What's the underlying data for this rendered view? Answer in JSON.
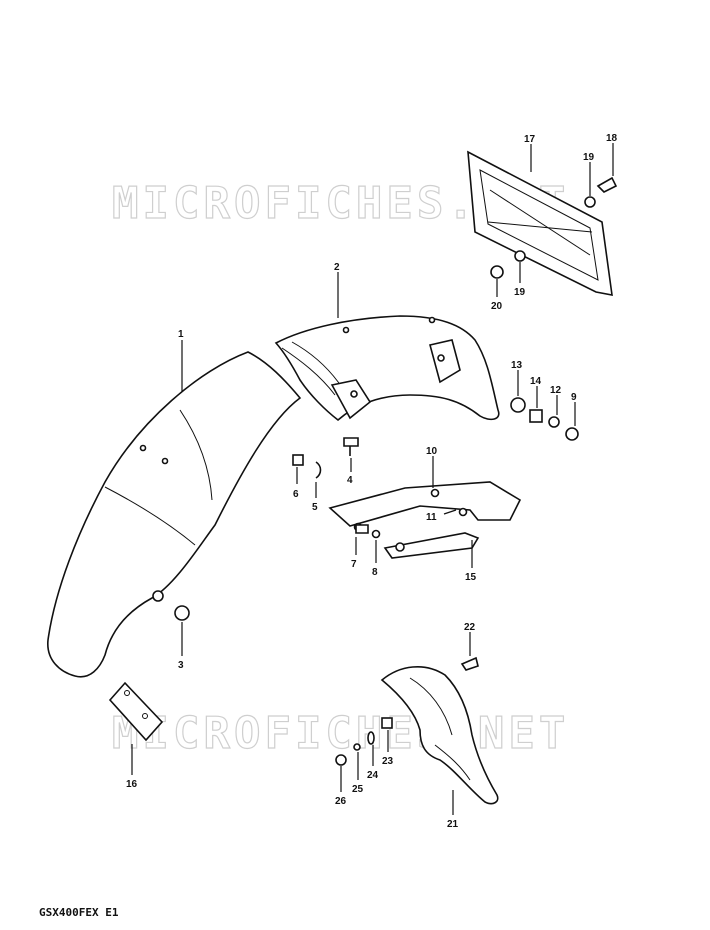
{
  "diagram": {
    "watermark": "MICROFICHES.NET",
    "model_code": "GSX400FEX E1",
    "callouts": [
      "1",
      "2",
      "3",
      "4",
      "5",
      "6",
      "7",
      "8",
      "9",
      "10",
      "11",
      "12",
      "13",
      "14",
      "15",
      "16",
      "17",
      "18",
      "19",
      "19",
      "20",
      "21",
      "22",
      "23",
      "24",
      "25",
      "26"
    ]
  }
}
